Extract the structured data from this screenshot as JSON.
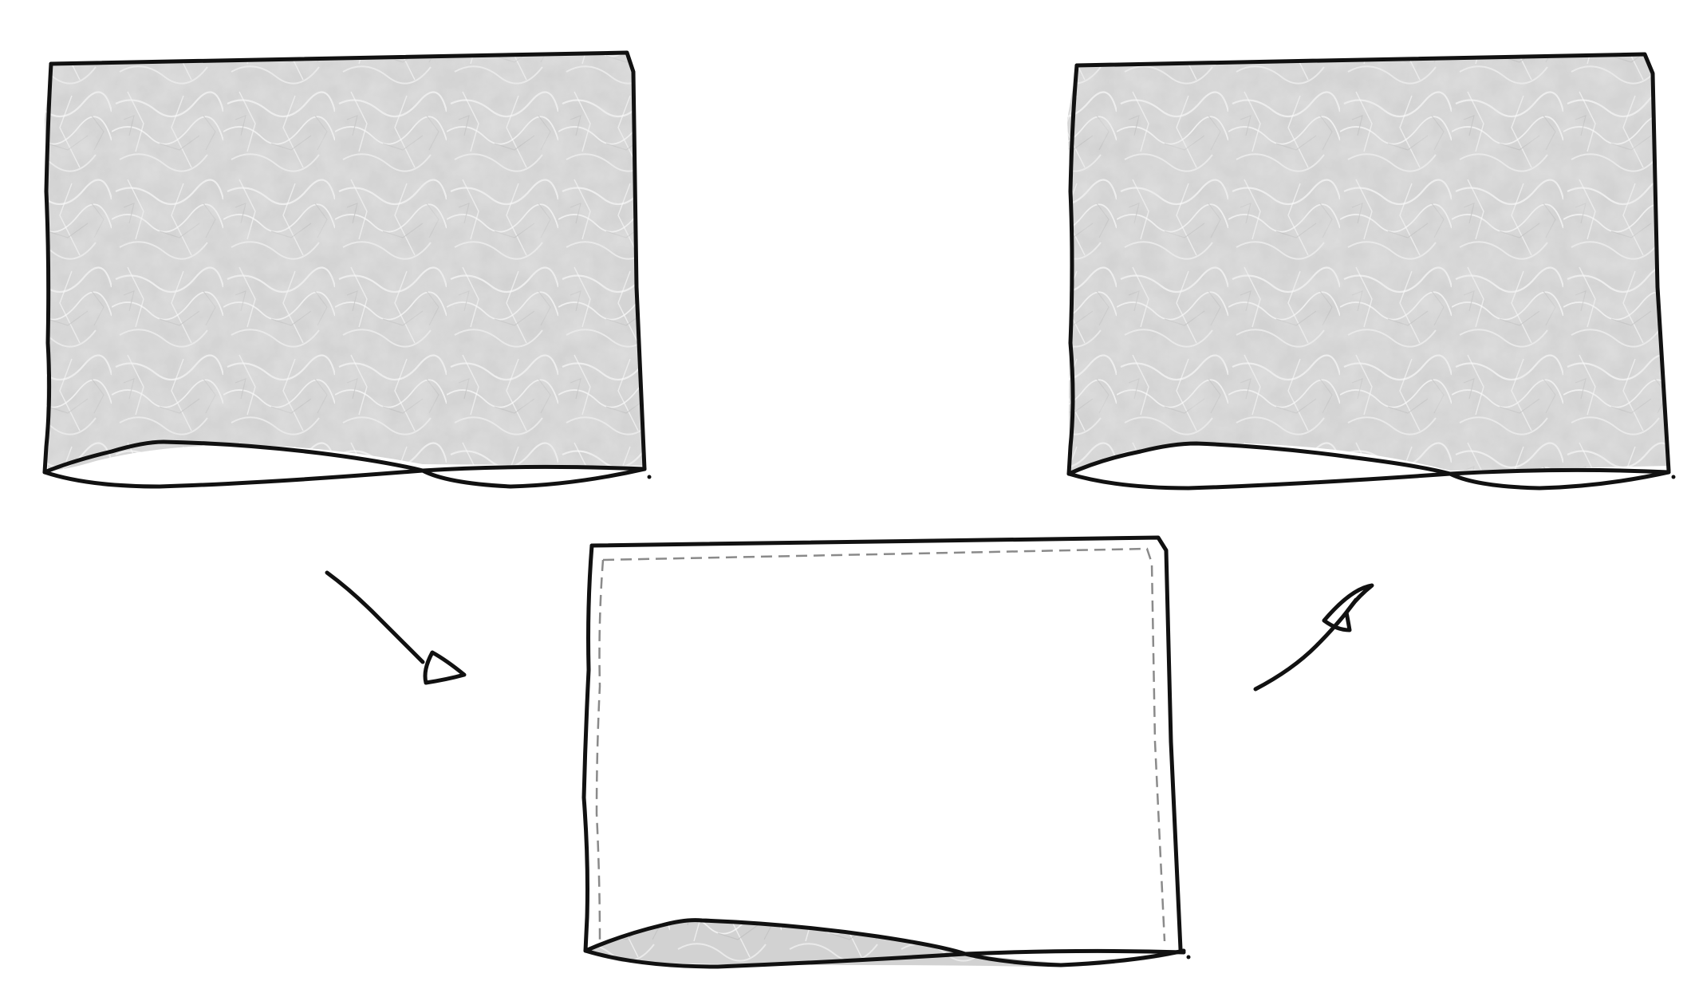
{
  "diagram": {
    "panels": [
      {
        "id": "left",
        "state": "textured"
      },
      {
        "id": "middle",
        "state": "outline-with-dashed-inner-border"
      },
      {
        "id": "right",
        "state": "textured"
      }
    ],
    "arrows": [
      {
        "from": "left",
        "to": "middle"
      },
      {
        "from": "middle",
        "to": "right"
      }
    ],
    "colors": {
      "ink": "#111111",
      "texture_base": "#d2d2d2",
      "texture_light": "#f2f2f2",
      "dashed_border": "#8a8a8a",
      "background": "#ffffff"
    }
  }
}
